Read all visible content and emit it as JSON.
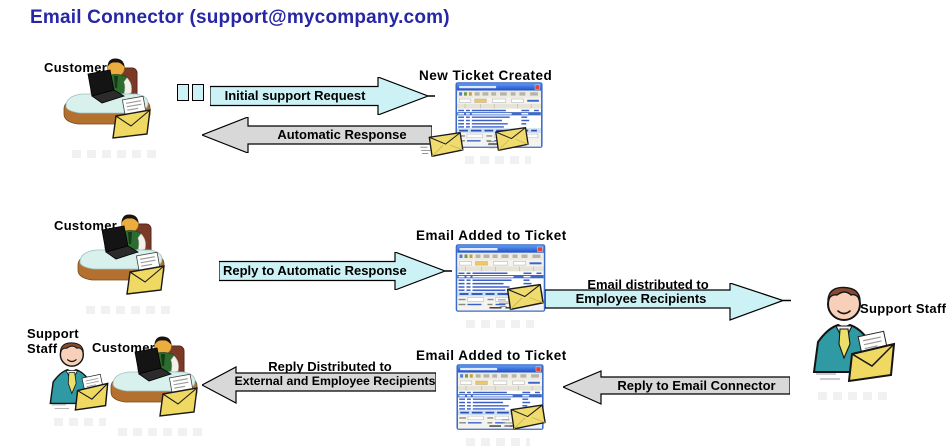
{
  "title": "Email Connector (support@mycompany.com)",
  "colors": {
    "title_text": "#2626A6",
    "arrow_cyan": "#CDF2F6",
    "arrow_gray": "#D8D8D8",
    "arrow_border": "#000000",
    "envelope_yellow": "#F0DB6E",
    "staff_jacket_teal": "#2F9AA3",
    "customer_vest_green": "#2E6B2F",
    "ticket_titlebar_blue": "#2A62D8"
  },
  "icons": {
    "customer_figure": "person-typing-on-laptop-with-envelope",
    "support_staff_figure": "person-in-teal-jacket-with-open-envelope",
    "ticket_window": "helpdesk-ticket-application-window",
    "envelope": "closed-yellow-envelope-flying"
  },
  "row1": {
    "customer_label": "Customer",
    "request_arrow_label": "Initial support Request",
    "response_arrow_label": "Automatic Response",
    "ticket_label": "New Ticket Created"
  },
  "row2": {
    "customer_label": "Customer",
    "reply_arrow_label": "Reply to Automatic Response",
    "ticket_label": "Email Added to Ticket",
    "distribute_arrow_top_label": "Email distributed to",
    "distribute_arrow_label": "Employee Recipients",
    "staff_label": "Support Staff"
  },
  "row3": {
    "staff_label_line1": "Support",
    "staff_label_line2": "Staff",
    "customer_label": "Customer",
    "reply_dist_top_label": "Reply Distributed to",
    "reply_dist_arrow_label": "External and Employee Recipients",
    "ticket_label": "Email Added to Ticket",
    "reply_connector_arrow_label": "Reply to Email Connector"
  }
}
